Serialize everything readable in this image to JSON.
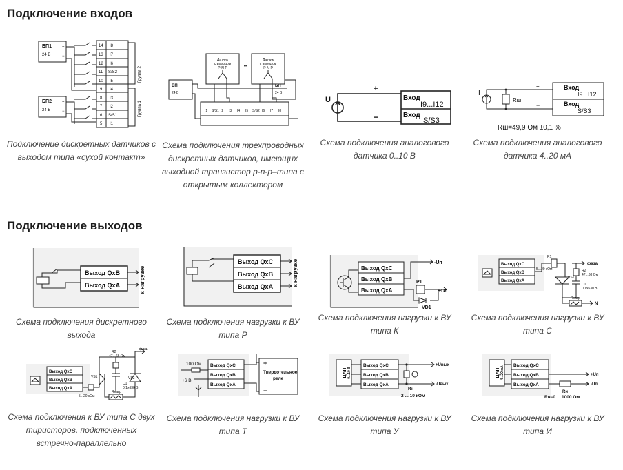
{
  "sections": {
    "inputs_title": "Подключение входов",
    "outputs_title": "Подключение выходов"
  },
  "inputs": [
    {
      "caption": "Подключение дискретных датчиков с выходом типа «сухой контакт»",
      "labels": {
        "ps1": "БП1",
        "ps2": "БП2",
        "v24": "24 В",
        "plus": "+",
        "minus": "−",
        "group2": "Группа 2",
        "group1": "Группа 1"
      },
      "terminals": [
        {
          "num": "14",
          "name": "I8"
        },
        {
          "num": "13",
          "name": "I7"
        },
        {
          "num": "12",
          "name": "I6"
        },
        {
          "num": "11",
          "name": "S/S2"
        },
        {
          "num": "10",
          "name": "I5"
        },
        {
          "num": "9",
          "name": "I4"
        },
        {
          "num": "8",
          "name": "I3"
        },
        {
          "num": "7",
          "name": "I2"
        },
        {
          "num": "6",
          "name": "S/S1"
        },
        {
          "num": "5",
          "name": "I1"
        }
      ]
    },
    {
      "caption": "Схема подключения трехпроводных дискретных датчиков, имеющих выходной транзистор p-n-p–типа с открытым коллектором",
      "labels": {
        "ps": "БП",
        "v24": "24 В",
        "sensor_l1": "Датчик",
        "sensor_l2": "с выходом",
        "sensor_l3": "P-N-P",
        "dots": "••"
      },
      "pins": [
        "I1",
        "S/S1",
        "I2",
        "I3",
        "I4",
        "I5",
        "S/S2",
        "I6",
        "I7",
        "I8"
      ]
    },
    {
      "caption": "Схема подключения аналогового датчика 0..10 В",
      "labels": {
        "u": "U",
        "plus": "+",
        "minus": "−",
        "in1": "Вход",
        "in1_range": "I9...I12",
        "in2": "Вход",
        "in2_ss": "S/S3"
      }
    },
    {
      "caption": "Схема подключения аналогового датчика 4..20 мА",
      "labels": {
        "i": "I",
        "rsh": "Rш",
        "plus": "+",
        "minus": "−",
        "in1": "Вход",
        "in1_range": "I9...I12",
        "in2": "Вход",
        "in2_ss": "S/S3",
        "note": "Rш=49,9 Ом ±0,1 %"
      }
    }
  ],
  "outputs": [
    {
      "caption": "Схема подключения дискретного выхода",
      "labels": {
        "out_b": "Выход QхB",
        "out_a": "Выход QхA",
        "load": "к нагрузке"
      }
    },
    {
      "caption": "Схема подключения нагрузки к ВУ типа Р",
      "labels": {
        "out_c": "Выход QхC",
        "out_b": "Выход QхB",
        "out_a": "Выход QхA",
        "load": "к нагрузке"
      }
    },
    {
      "caption": "Схема подключения нагрузки к ВУ типа К",
      "labels": {
        "out_c": "Выход QхC",
        "out_b": "Выход QхB",
        "out_a": "Выход QхA",
        "p1": "Р1",
        "vd1": "VD1",
        "mu": "-Uп",
        "pu": "+Uп"
      }
    },
    {
      "caption": "Схема подключения нагрузки к ВУ типа С",
      "labels": {
        "out_c": "Выход QхC",
        "out_b": "Выход QхB",
        "out_a": "Выход QхA",
        "r1": "R1",
        "r1v": "5...20 кОм",
        "r2": "R2",
        "r2v": "47...68 Ом",
        "c1": "C1",
        "c1v": "0,1х630 В",
        "vs1": "VS1",
        "rload": "Rнагр",
        "phase": "фаза",
        "n": "N"
      }
    },
    {
      "caption": "Схема подключения к ВУ типа С двух тиристоров, подключенных встречно-параллельно",
      "labels": {
        "out_c": "Выход QхC",
        "out_b": "Выход QхB",
        "out_a": "Выход QхA",
        "r1v": "5...20 кОм",
        "r2": "R2",
        "r2v": "47...68 Ом",
        "c1": "C1",
        "c1v": "0,1х630 В",
        "vs1": "VS1",
        "vs2": "VS2",
        "rload": "Rнагр",
        "phase": "фаза"
      }
    },
    {
      "caption": "Схема подключения нагрузки к ВУ типа Т",
      "labels": {
        "out_c": "Выход QхC",
        "out_b": "Выход QхB",
        "out_a": "Выход QхA",
        "r100": "100 Ом",
        "v6": "+6 В",
        "relay1": "Твердотельное",
        "relay2": "реле",
        "plus": "+",
        "minus": "−"
      }
    },
    {
      "caption": "Схема подключения нагрузки к ВУ типа У",
      "labels": {
        "dac": "ЦАП",
        "range": "0...10 В",
        "out_c": "Выход QхC",
        "out_b": "Выход QхB",
        "out_a": "Выход QхA",
        "puout": "+Uвых",
        "muout": "-Uвых",
        "rn": "Rн",
        "rnv": "2 ... 10 кОм"
      }
    },
    {
      "caption": "Схема подключения нагрузки к ВУ типа И",
      "labels": {
        "dac": "ЦАП",
        "range": "4...20 мА",
        "out_c": "Выход QхC",
        "out_b": "Выход QхB",
        "out_a": "Выход QхA",
        "pu": "+Uп",
        "mu": "-Uп",
        "rn": "Rн",
        "rnv": "Rн=0 ... 1000 Ом"
      }
    }
  ]
}
